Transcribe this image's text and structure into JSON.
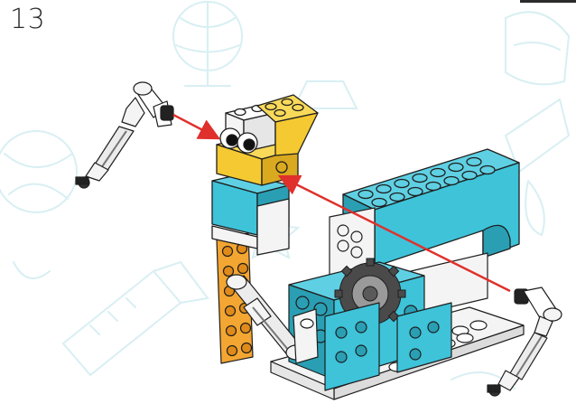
{
  "step": {
    "number": "13"
  },
  "colors": {
    "azure": "#3ec3d9",
    "azure_dark": "#2a9fb4",
    "yellow": "#f5c932",
    "orange": "#f3a631",
    "white_brick": "#f4f4f4",
    "grey_gear": "#4a4a4a",
    "arrow": "#e0302c",
    "outline": "#1e1e1e",
    "watermark": "#d8eff3"
  },
  "icons": {
    "background": "doodle-watermark",
    "arrow": "assembly-arrow",
    "part": "rod-connector-part"
  }
}
